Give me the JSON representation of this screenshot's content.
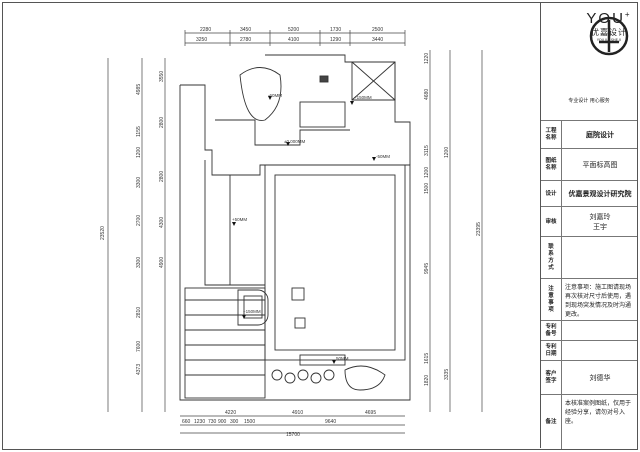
{
  "drawing": {
    "dims_top_row1": [
      "2280",
      "3450",
      "5200",
      "1730",
      "2500"
    ],
    "dims_top_row2": [
      "3250",
      "2780",
      "4100",
      "1290",
      "3440"
    ],
    "dims_bottom_row1": [
      "4220",
      "4910",
      "4695"
    ],
    "dims_bottom_row2": [
      "660",
      "1230",
      "730",
      "900",
      "300",
      "1500",
      "9640"
    ],
    "dims_bottom_total": "15700",
    "dims_left_outer": "23520",
    "dims_left": [
      "4985",
      "1155",
      "1200",
      "3300",
      "2700",
      "3300",
      "2810",
      "7600",
      "4373"
    ],
    "dims_left_inner": [
      "3550",
      "2800",
      "2800",
      "4300",
      "4900"
    ],
    "dims_right_outer": "23395",
    "dims_right_inner": [
      "1220",
      "4680",
      "3115",
      "1200",
      "1500",
      "9945",
      "1615",
      "1820"
    ],
    "dims_right_far": [
      "1200",
      "3335"
    ],
    "levels": [
      "-60MM",
      "+150MM",
      "±0.000MM",
      "-50MM",
      "+50MM",
      "+150MM",
      "50MM"
    ]
  },
  "titleblock": {
    "logo_letters": "YOU",
    "logo_plus": "+",
    "brand_cn": "优嘉设计",
    "brand_sub": "YOU  JIA  SHE  JI",
    "slogan": "专业设计  用心服务",
    "rows": [
      {
        "label": "工程\n名称",
        "value": "庭院设计"
      },
      {
        "label": "图纸\n名称",
        "value": "平面标高图"
      },
      {
        "label": "设计",
        "value": "优嘉景观设计研究院"
      },
      {
        "label": "审核",
        "value": "刘嘉玲\n王宇"
      },
      {
        "label": "联\n系\n方\n式",
        "value": ""
      },
      {
        "label": "注\n意\n事\n项",
        "value": "注意事项：施工图请现场再次核对尺寸后使用，遇到现场突发情况及时沟通更改。"
      },
      {
        "label": "专利\n备号",
        "value": ""
      },
      {
        "label": "专利\n日期",
        "value": ""
      },
      {
        "label": "客户\n签字",
        "value": "刘德华"
      },
      {
        "label": "备注",
        "value": "本核准案例图纸，仅用于经验分享，请勿对号入座。"
      }
    ]
  }
}
